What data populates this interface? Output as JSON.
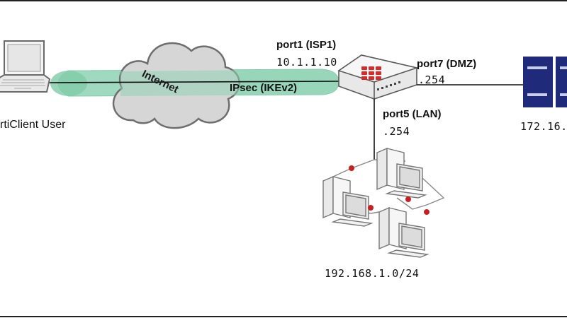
{
  "diagram": {
    "internet_label": "Internet",
    "tunnel_label": "IPsec (IKEv2)",
    "client_label": "rtiClient User",
    "port1": {
      "name": "port1 (ISP1)",
      "ip": "10.1.1.10"
    },
    "port7": {
      "name": "port7 (DMZ)",
      "ip": ".254"
    },
    "port5": {
      "name": "port5 (LAN)",
      "ip": ".254"
    },
    "server_ip": "172.16.",
    "lan_subnet": "192.168.1.0/24"
  },
  "colors": {
    "tunnel": "#8fd3b4",
    "tunnel_edge": "#6cc29b",
    "cloud_fill": "#d6d6d6",
    "cloud_stroke": "#6e6e6e",
    "firewall_logo": "#d92a2a",
    "server": "#1f2a7a",
    "node_dot": "#c62020"
  }
}
